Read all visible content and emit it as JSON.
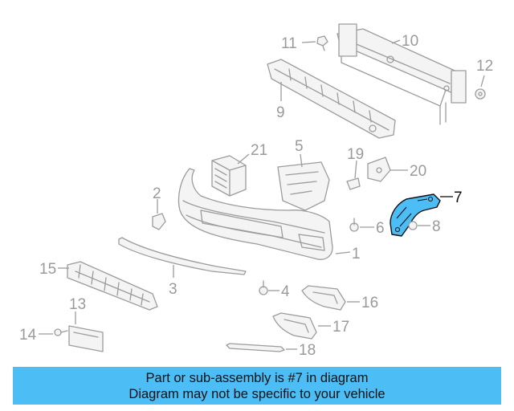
{
  "highlighted_part": "7",
  "colors": {
    "banner": "#4dbdf5",
    "highlight": "#4dbdf5",
    "line_art": "#9c9c9c"
  },
  "callouts": {
    "c1": "1",
    "c2": "2",
    "c3": "3",
    "c4": "4",
    "c5": "5",
    "c6": "6",
    "c7": "7",
    "c8": "8",
    "c9": "9",
    "c10": "10",
    "c11": "11",
    "c12": "12",
    "c13": "13",
    "c14": "14",
    "c15": "15",
    "c16": "16",
    "c17": "17",
    "c18": "18",
    "c19": "19",
    "c20": "20",
    "c21": "21"
  },
  "banner": {
    "line1": "Part or sub-assembly is #7 in diagram",
    "line2": "Diagram may not be specific to your vehicle"
  }
}
